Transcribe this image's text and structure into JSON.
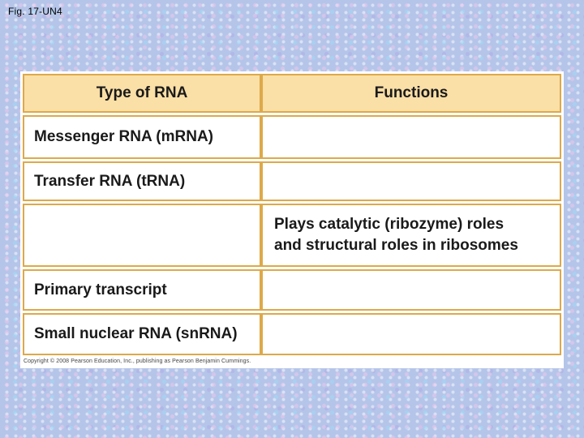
{
  "figure_label": "Fig. 17-UN4",
  "colors": {
    "background_blue": "#B5C5E9",
    "panel_white": "#FFFFFF",
    "header_tan": "#FADFA6",
    "border_gold": "#DDA94A",
    "text": "#1A1A1A"
  },
  "table": {
    "headers": [
      "Type of RNA",
      "Functions"
    ],
    "rows": [
      {
        "type": "Messenger RNA (mRNA)",
        "function": ""
      },
      {
        "type": "Transfer RNA (tRNA)",
        "function": ""
      },
      {
        "type": "",
        "function": "Plays catalytic (ribozyme) roles and structural roles in ribosomes"
      },
      {
        "type": "Primary transcript",
        "function": ""
      },
      {
        "type": "Small nuclear RNA (snRNA)",
        "function": ""
      }
    ]
  },
  "copyright": "Copyright © 2008 Pearson Education, Inc., publishing as Pearson Benjamin Cummings."
}
